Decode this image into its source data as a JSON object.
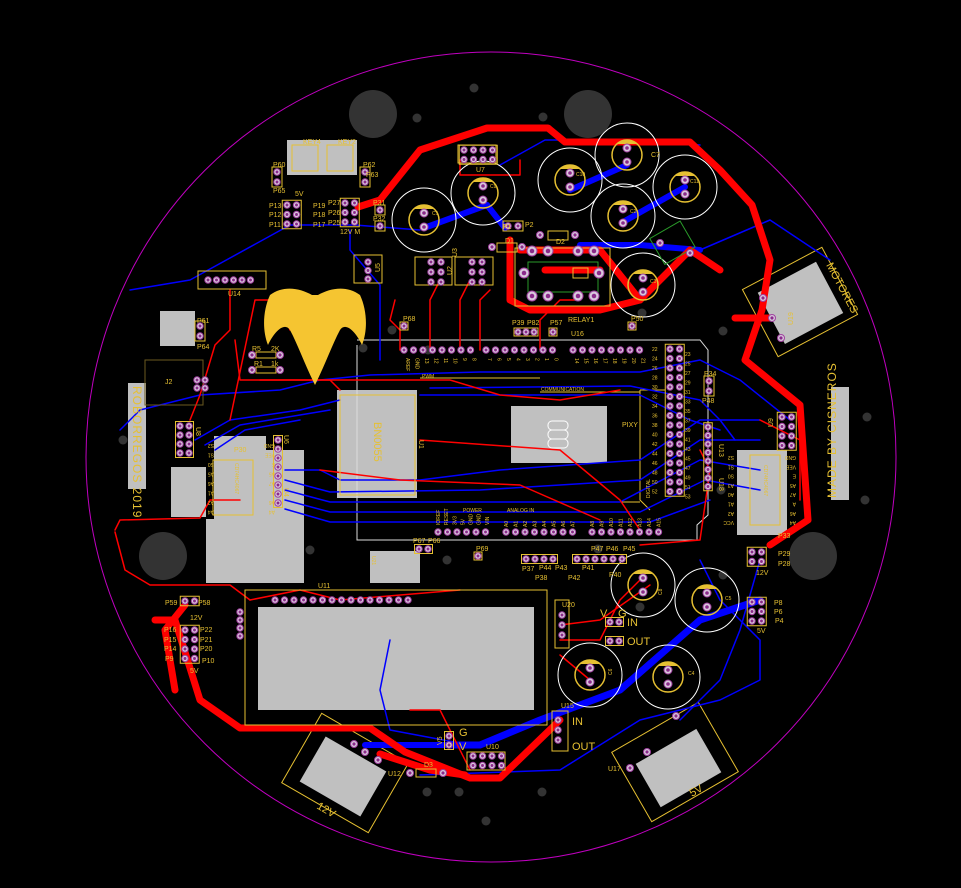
{
  "board": {
    "colors": {
      "background": "#000000",
      "outline": "#c000c0",
      "top_copper": "#ff0000",
      "bottom_copper": "#0000ff",
      "silkscreen": "#e6c032",
      "pad": "#d8c8dc",
      "hole": "#8a2a8a",
      "component_body": "#c0c0c0"
    }
  },
  "silk": {
    "key4": "KEY4",
    "key2": "KEY2",
    "p60": "P60",
    "p65": "P65",
    "p62": "P62",
    "p63": "P63",
    "v5a": "5V",
    "p13": "P13",
    "p12": "P12",
    "p11": "P11",
    "p19": "P19",
    "p18": "P18",
    "p17": "P17",
    "p27": "P27",
    "p26": "P26",
    "p25": "P25",
    "v12m": "12V M",
    "p31": "P31",
    "p32": "P32",
    "u7": "U7",
    "u5": "U5",
    "u2": "U2",
    "u3": "U3",
    "u14": "U14",
    "p61": "P61",
    "p64": "P64",
    "r5": "R5",
    "k2": "2K",
    "r1": "R1",
    "k1": "1k",
    "j2": "J2",
    "p68": "P68",
    "p39": "P39",
    "p82": "P82",
    "p57": "P57",
    "relay1": "RELAY1",
    "u16": "U16",
    "p50": "P50",
    "d1": "D1",
    "d2": "D2",
    "p1": "P1",
    "p2": "P2",
    "c7": "C7",
    "c1": "C1",
    "c2": "C2",
    "c3": "C3",
    "c9": "C9",
    "c10": "C10",
    "c11": "C11",
    "pwm": "PWM",
    "communication": "COMMUNICATION",
    "pixy": "PIXY",
    "digital": "DIGITAL",
    "power": "POWER",
    "analog_in": "ANALOG IN",
    "bno": "BN0055",
    "u1": "U1",
    "u8": "U8",
    "u6": "U6",
    "u4": "U4",
    "p30": "P30",
    "mux_left": "CD74HC4067",
    "p34": "P34",
    "p48": "P48",
    "u9": "U9",
    "u13": "U13",
    "u18": "U18",
    "mux_right": "CD74HC4067",
    "p33": "P33",
    "motores": "MOTORES",
    "u19": "U19",
    "made_by": "MADE BY CISNEROS",
    "roborregos": "ROBORREGOS 2019",
    "p29": "P29",
    "p28": "P28",
    "v12a": "12V",
    "p8": "P8",
    "p6": "P6",
    "p4": "P4",
    "v5b": "5V",
    "c5": "C5",
    "c8": "C8",
    "c4": "C4",
    "c6": "C6",
    "u20": "U20",
    "v": "V",
    "g": "G",
    "in1": "IN",
    "out1": "OUT",
    "u15": "U15",
    "in2": "IN",
    "out2": "OUT",
    "u17": "U17",
    "v5c": "5V",
    "u11": "U11",
    "u12": "U12",
    "v12b": "12V",
    "d3": "D3",
    "u10": "U10",
    "v5": "V5",
    "g2": "G",
    "v2": "V",
    "p58": "P58",
    "p59": "P59",
    "v12c": "12V",
    "p16": "P16",
    "p15": "P15",
    "p14": "P14",
    "p9": "P9",
    "p22": "P22",
    "p21": "P21",
    "p20": "P20",
    "p10": "P10",
    "v5d": "5V",
    "p37": "P37",
    "p38": "P38",
    "p44": "P44",
    "p43": "P43",
    "p42": "P42",
    "p41": "P41",
    "p40": "P40",
    "p47": "P47",
    "p46": "P46",
    "p45": "P45",
    "p69": "P69",
    "p67": "P67",
    "p66": "P66",
    "u21": "U21"
  },
  "arduino_pins": {
    "top_left": [
      "AREF",
      "GND",
      "13",
      "12",
      "11",
      "10",
      "9",
      "8"
    ],
    "top_mid": [
      "7",
      "6",
      "5",
      "4",
      "3",
      "2",
      "1",
      "0"
    ],
    "top_right": [
      "14",
      "15",
      "16",
      "17",
      "18",
      "19",
      "20",
      "21"
    ],
    "digital_left": [
      "22",
      "24",
      "26",
      "28",
      "30",
      "32",
      "34",
      "36",
      "38",
      "40",
      "42",
      "44",
      "46",
      "48",
      "50",
      "52"
    ],
    "digital_right": [
      "23",
      "25",
      "27",
      "29",
      "31",
      "33",
      "35",
      "37",
      "39",
      "41",
      "43",
      "45",
      "47",
      "49",
      "51",
      "53"
    ],
    "power": [
      "IOREF",
      "RESET",
      "3V3",
      "5V",
      "GND",
      "GND",
      "VIN"
    ],
    "analog_low": [
      "A0",
      "A1",
      "A2",
      "A3",
      "A4",
      "A5",
      "A6",
      "A7"
    ],
    "analog_high": [
      "A8",
      "A9",
      "A10",
      "A11",
      "A12",
      "A13",
      "A14",
      "A15"
    ]
  },
  "mux_pins": {
    "left": [
      "S2",
      "S1",
      "S0",
      "A5",
      "A6",
      "A1",
      "A2",
      "A4"
    ],
    "left_right": [
      "GND",
      "VEE",
      "E",
      "A5",
      "A7",
      "A",
      "A6",
      "A4"
    ],
    "right": [
      "S2",
      "S1",
      "S0",
      "A3",
      "A0",
      "A1",
      "A2",
      "VCC"
    ]
  }
}
